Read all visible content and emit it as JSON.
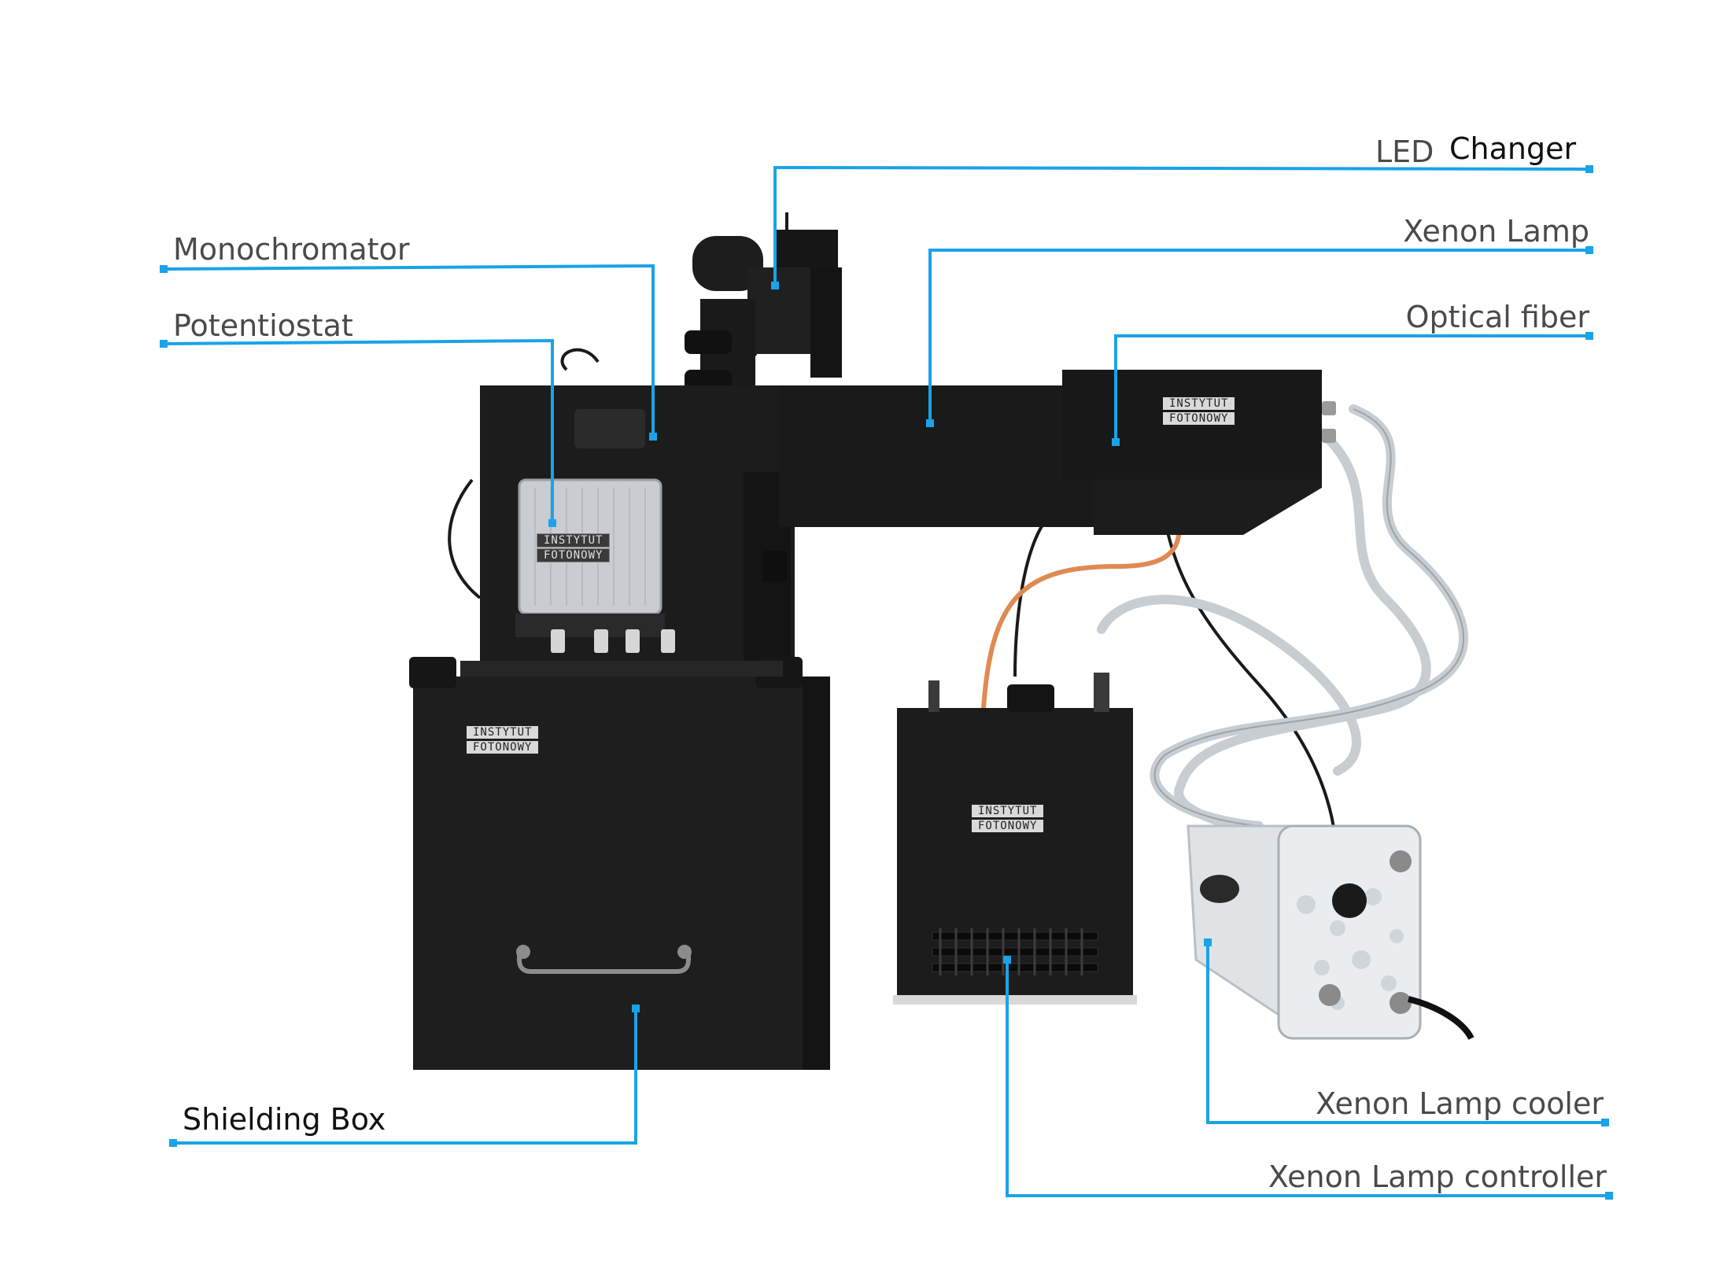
{
  "labels": {
    "led_changer_part1": "LED",
    "led_changer_part2": "Changer",
    "xenon_lamp": "Xenon Lamp",
    "optical_fiber": "Optical fiber",
    "monochromator": "Monochromator",
    "potentiostat": "Potentiostat",
    "shielding_box": "Shielding Box",
    "xenon_lamp_cooler": "Xenon Lamp cooler",
    "xenon_lamp_controller": "Xenon Lamp controller"
  },
  "device_badge": {
    "line1": "INSTYTUT",
    "line2": "FOTONOWY"
  },
  "colors": {
    "leader_line": "#1aa3e8",
    "device_body": "#1c1c1c",
    "label_text": "#4a4a4a"
  }
}
